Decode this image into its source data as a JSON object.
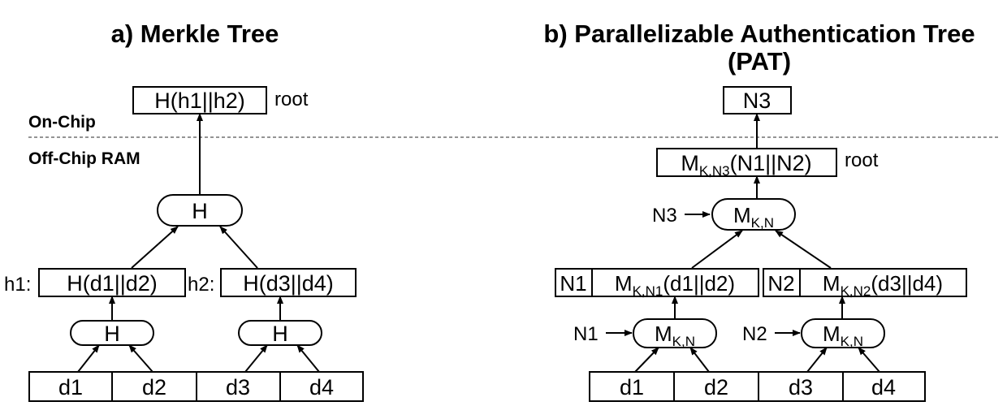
{
  "titles": {
    "merkle": "a) Merkle Tree",
    "pat_line1": "b) Parallelizable Authentication Tree",
    "pat_line2": "(PAT)"
  },
  "regions": {
    "on_chip": "On-Chip",
    "off_chip": "Off-Chip RAM"
  },
  "merkle": {
    "root_box": "H(h1||h2)",
    "root_tag": "root",
    "top_hash": "H",
    "left_tag": "h1:",
    "left_box": "H(d1||d2)",
    "right_tag": "h2:",
    "right_box": "H(d3||d4)",
    "left_hash": "H",
    "right_hash": "H",
    "data": [
      "d1",
      "d2",
      "d3",
      "d4"
    ]
  },
  "pat": {
    "onchip_box": "N3",
    "root_m": "M",
    "root_sub": "K,N3",
    "root_args": "(N1||N2)",
    "root_tag": "root",
    "top_nonce": "N3",
    "top_mac_m": "M",
    "top_mac_sub": "K,N",
    "left_nonce": "N1",
    "left_m": "M",
    "left_sub": "K,N1",
    "left_args": "(d1||d2)",
    "right_nonce": "N2",
    "right_m": "M",
    "right_sub": "K,N2",
    "right_args": "(d3||d4)",
    "low_left_nonce": "N1",
    "low_left_mac_m": "M",
    "low_left_mac_sub": "K,N",
    "low_right_nonce": "N2",
    "low_right_mac_m": "M",
    "low_right_mac_sub": "K,N",
    "data": [
      "d1",
      "d2",
      "d3",
      "d4"
    ]
  }
}
